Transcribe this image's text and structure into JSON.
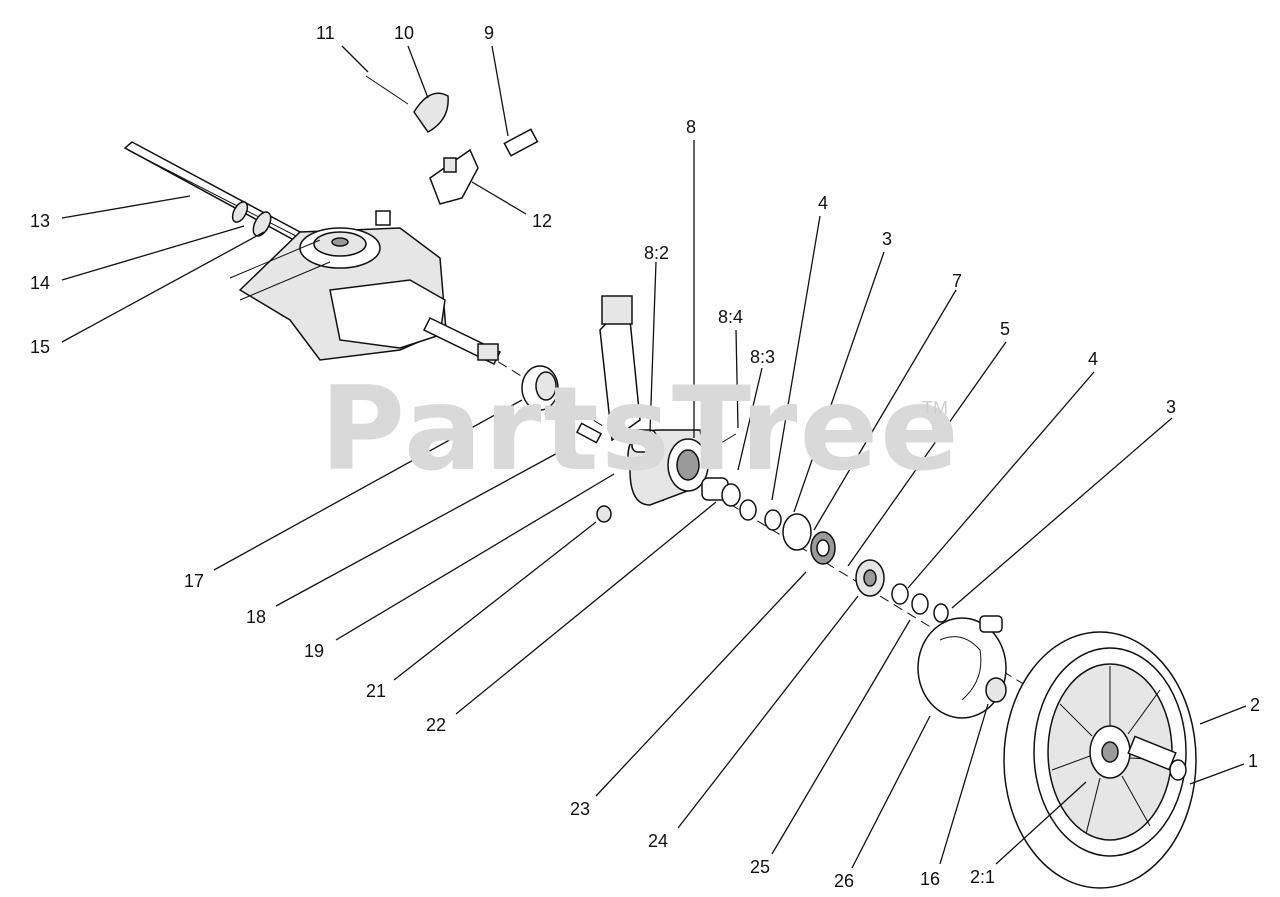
{
  "watermark": {
    "text": "PartsTree",
    "tm": "TM"
  },
  "callouts": [
    {
      "id": "11",
      "text": "11"
    },
    {
      "id": "10",
      "text": "10"
    },
    {
      "id": "9",
      "text": "9"
    },
    {
      "id": "8",
      "text": "8"
    },
    {
      "id": "13",
      "text": "13"
    },
    {
      "id": "12",
      "text": "12"
    },
    {
      "id": "4a",
      "text": "4"
    },
    {
      "id": "3a",
      "text": "3"
    },
    {
      "id": "14",
      "text": "14"
    },
    {
      "id": "8-2",
      "text": "8:2"
    },
    {
      "id": "7",
      "text": "7"
    },
    {
      "id": "15",
      "text": "15"
    },
    {
      "id": "8-4",
      "text": "8:4"
    },
    {
      "id": "5",
      "text": "5"
    },
    {
      "id": "8-3",
      "text": "8:3"
    },
    {
      "id": "4b",
      "text": "4"
    },
    {
      "id": "3b",
      "text": "3"
    },
    {
      "id": "17",
      "text": "17"
    },
    {
      "id": "18",
      "text": "18"
    },
    {
      "id": "19",
      "text": "19"
    },
    {
      "id": "21",
      "text": "21"
    },
    {
      "id": "2",
      "text": "2"
    },
    {
      "id": "22",
      "text": "22"
    },
    {
      "id": "1",
      "text": "1"
    },
    {
      "id": "23",
      "text": "23"
    },
    {
      "id": "24",
      "text": "24"
    },
    {
      "id": "25",
      "text": "25"
    },
    {
      "id": "26",
      "text": "26"
    },
    {
      "id": "16",
      "text": "16"
    },
    {
      "id": "2-1",
      "text": "2:1"
    }
  ]
}
